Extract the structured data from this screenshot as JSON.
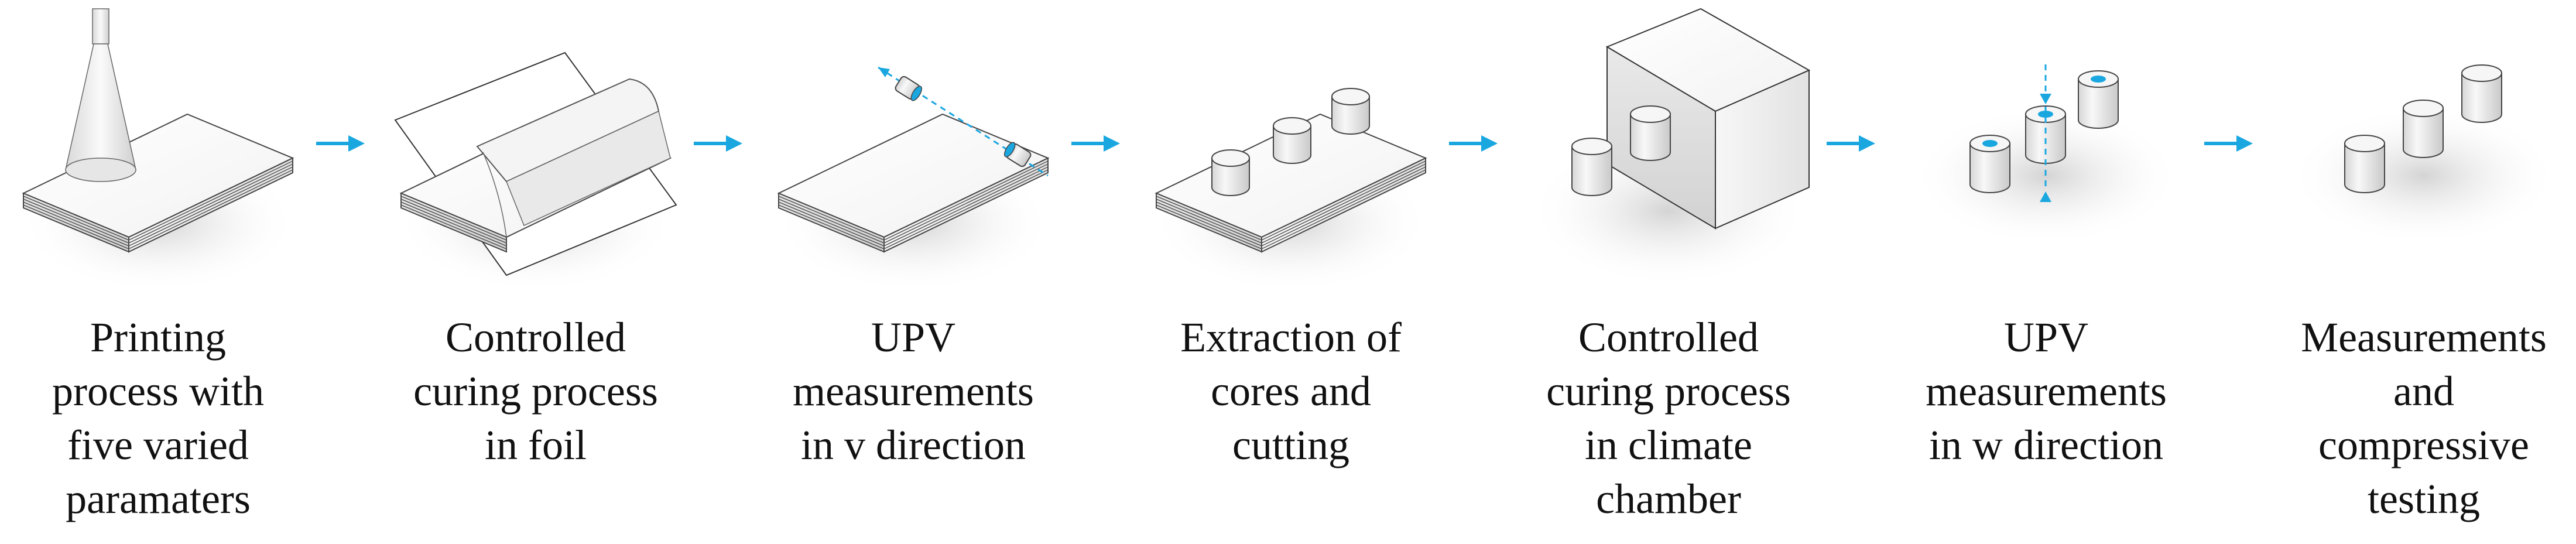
{
  "diagram": {
    "accent_color": "#1aa7e0",
    "steps": [
      {
        "id": "printing",
        "icon": "print-nozzle-icon",
        "lines": [
          "Printing",
          "process with",
          "five varied",
          "paramaters"
        ]
      },
      {
        "id": "foil-curing",
        "icon": "foil-cover-icon",
        "lines": [
          "Controlled",
          "curing process",
          "in foil"
        ]
      },
      {
        "id": "upv-v",
        "icon": "upv-v-transducer-icon",
        "lines": [
          "UPV",
          "measurements",
          "in v direction"
        ]
      },
      {
        "id": "extraction",
        "icon": "core-extraction-icon",
        "lines": [
          "Extraction of",
          "cores and",
          "cutting"
        ]
      },
      {
        "id": "climate-curing",
        "icon": "climate-chamber-icon",
        "lines": [
          "Controlled",
          "curing process",
          "in climate",
          "chamber"
        ]
      },
      {
        "id": "upv-w",
        "icon": "upv-w-transducer-icon",
        "lines": [
          "UPV",
          "measurements",
          "in w direction"
        ]
      },
      {
        "id": "testing",
        "icon": "compression-test-icon",
        "lines": [
          "Measurements",
          "and",
          "compressive",
          "testing"
        ]
      }
    ]
  }
}
